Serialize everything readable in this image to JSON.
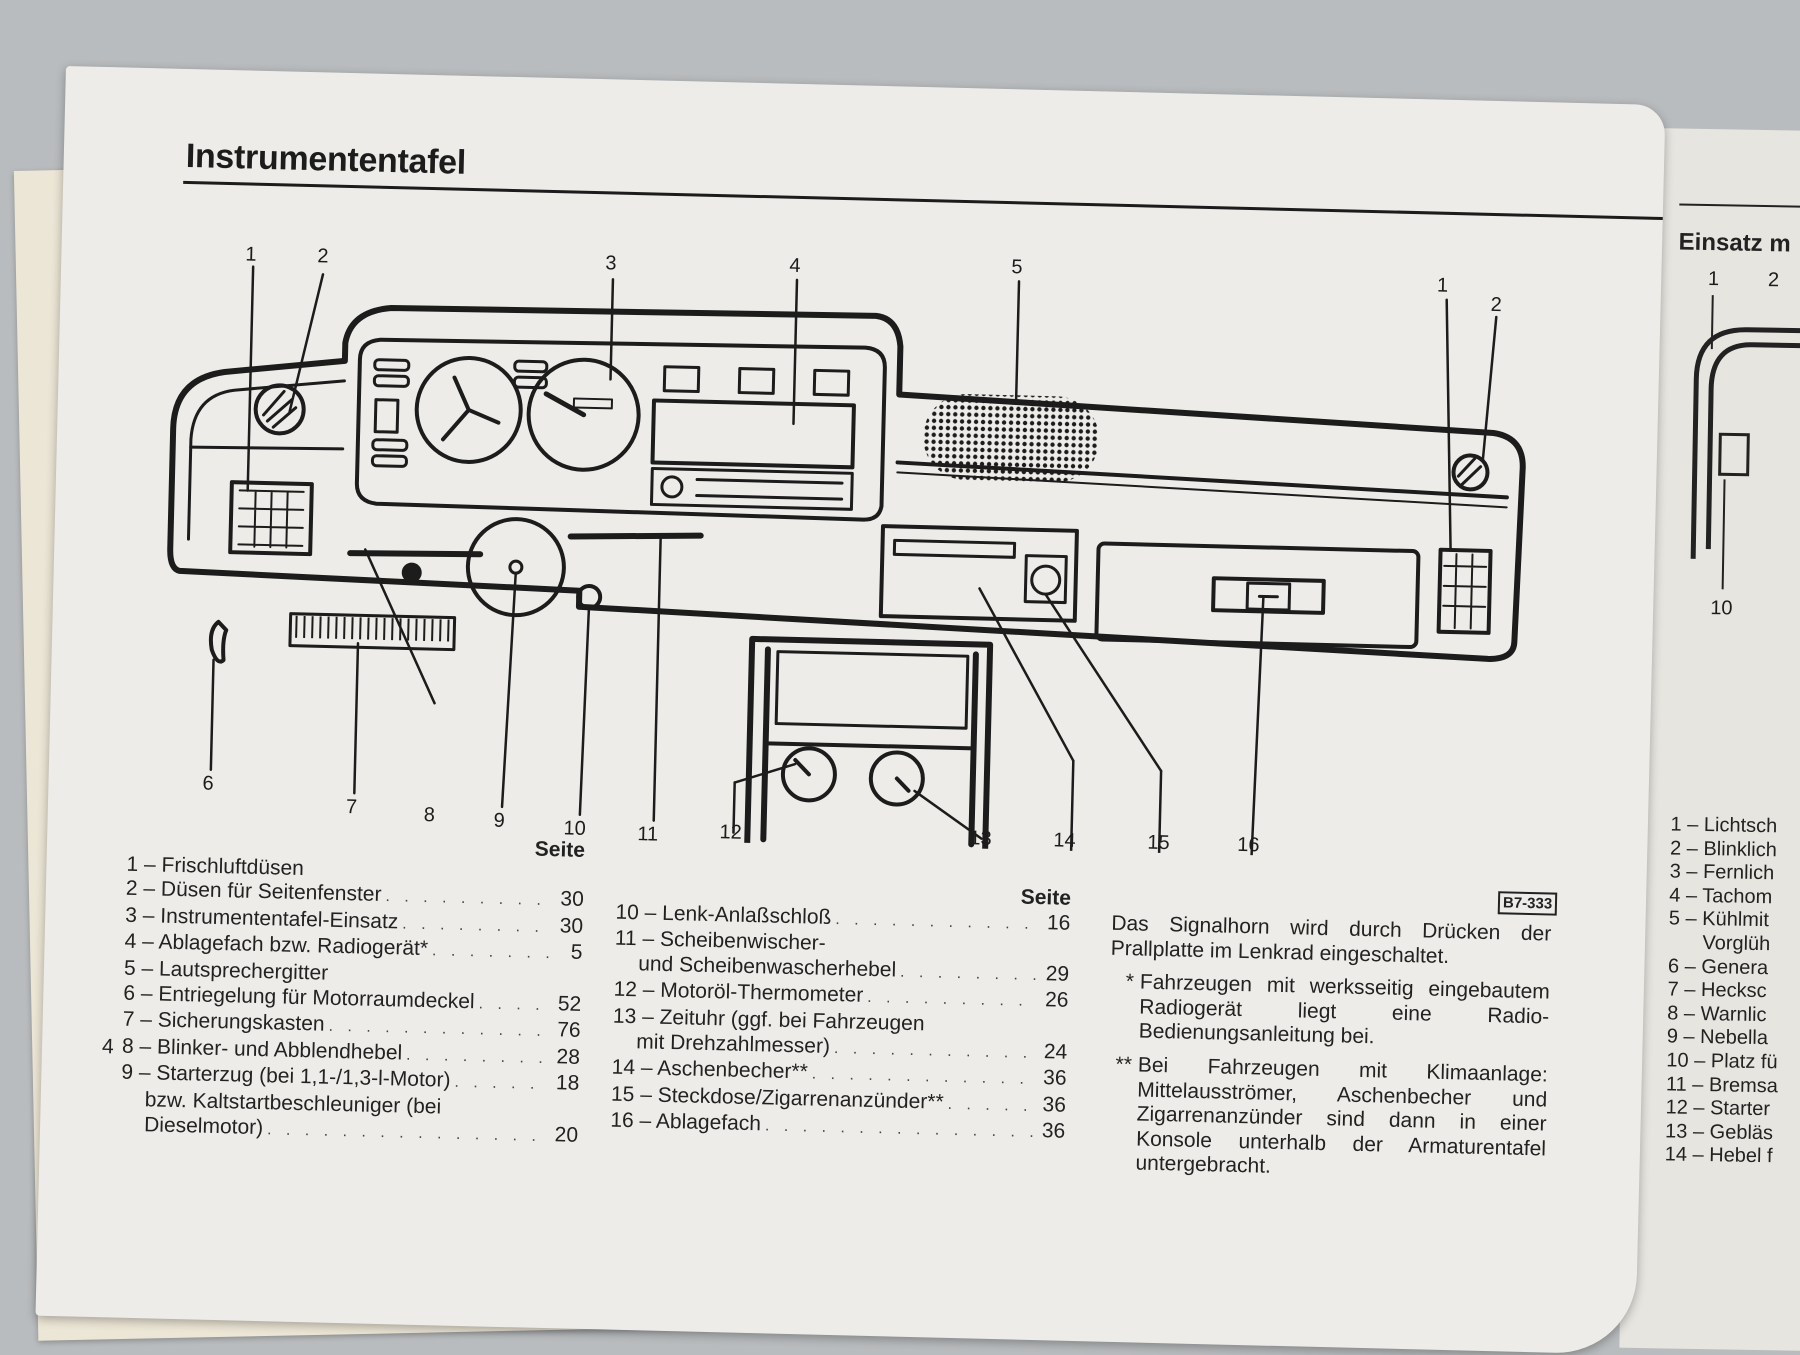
{
  "page": {
    "title": "Instrumententafel",
    "page_number": "4",
    "figure_code": "B7-333",
    "callouts": [
      "1",
      "2",
      "3",
      "4",
      "5",
      "6",
      "7",
      "8",
      "9",
      "10",
      "11",
      "12",
      "13",
      "14",
      "15",
      "16"
    ],
    "seite_heading": "Seite",
    "legend_left": [
      {
        "label": "1 – Frischluftdüsen",
        "page": ""
      },
      {
        "label": "2 – Düsen für Seitenfenster",
        "page": "30"
      },
      {
        "label": "3 – Instrumententafel-Einsatz",
        "page": "30"
      },
      {
        "label": "4 – Ablagefach bzw. Radiogerät*",
        "page": "5"
      },
      {
        "label": "5 – Lautsprechergitter",
        "page": ""
      },
      {
        "label": "6 – Entriegelung für Motorraumdeckel",
        "page": "52"
      },
      {
        "label": "7 – Sicherungskasten",
        "page": "76"
      },
      {
        "label": "8 – Blinker- und Abblendhebel",
        "page": "28"
      },
      {
        "label": "9 – Starterzug (bei 1,1-/1,3-l-Motor)",
        "page": "18"
      },
      {
        "label": "bzw. Kaltstartbeschleuniger (bei",
        "page": "",
        "cont": true
      },
      {
        "label": "Dieselmotor)",
        "page": "20",
        "cont": true
      }
    ],
    "legend_right": [
      {
        "label": "10 – Lenk-Anlaßschloß",
        "page": "16"
      },
      {
        "label": "11 – Scheibenwischer-",
        "page": ""
      },
      {
        "label": "und Scheibenwascherhebel",
        "page": "29",
        "cont": true
      },
      {
        "label": "12 – Motoröl-Thermometer",
        "page": "26"
      },
      {
        "label": "13 – Zeituhr (ggf. bei Fahrzeugen",
        "page": ""
      },
      {
        "label": "mit Drehzahlmesser)",
        "page": "24",
        "cont": true
      },
      {
        "label": "14 – Aschenbecher**",
        "page": "36"
      },
      {
        "label": "15 – Steckdose/Zigarrenanzünder**",
        "page": "36"
      },
      {
        "label": "16 – Ablagefach",
        "page": "36"
      }
    ],
    "note_horn": "Das Signalhorn wird durch Drücken der Prallplatte im Lenkrad eingeschaltet.",
    "footnotes": [
      {
        "mark": "*",
        "text": "Fahrzeugen mit werksseitig eingebautem Radiogerät liegt eine Radio-Bedienungsanleitung bei."
      },
      {
        "mark": "**",
        "text": "Bei Fahrzeugen mit Klimaanlage: Mittelausströmer, Aschenbecher und Zigarrenanzünder sind dann in einer Konsole unterhalb der Armaturentafel untergebracht."
      }
    ]
  },
  "next_page": {
    "title": "Einsatz m",
    "callouts": [
      "1",
      "2",
      "10"
    ],
    "list": [
      "1 – Lichtsch",
      "2 – Blinklich",
      "3 – Fernlich",
      "4 – Tachom",
      "5 – Kühlmit",
      "Vorglüh",
      "6 – Genera",
      "7 – Hecksc",
      "8 – Warnlic",
      "9 – Nebella",
      "10 – Platz fü",
      "11 – Bremsa",
      "12 – Starter",
      "13 – Gebläs",
      "14 – Hebel f"
    ]
  }
}
